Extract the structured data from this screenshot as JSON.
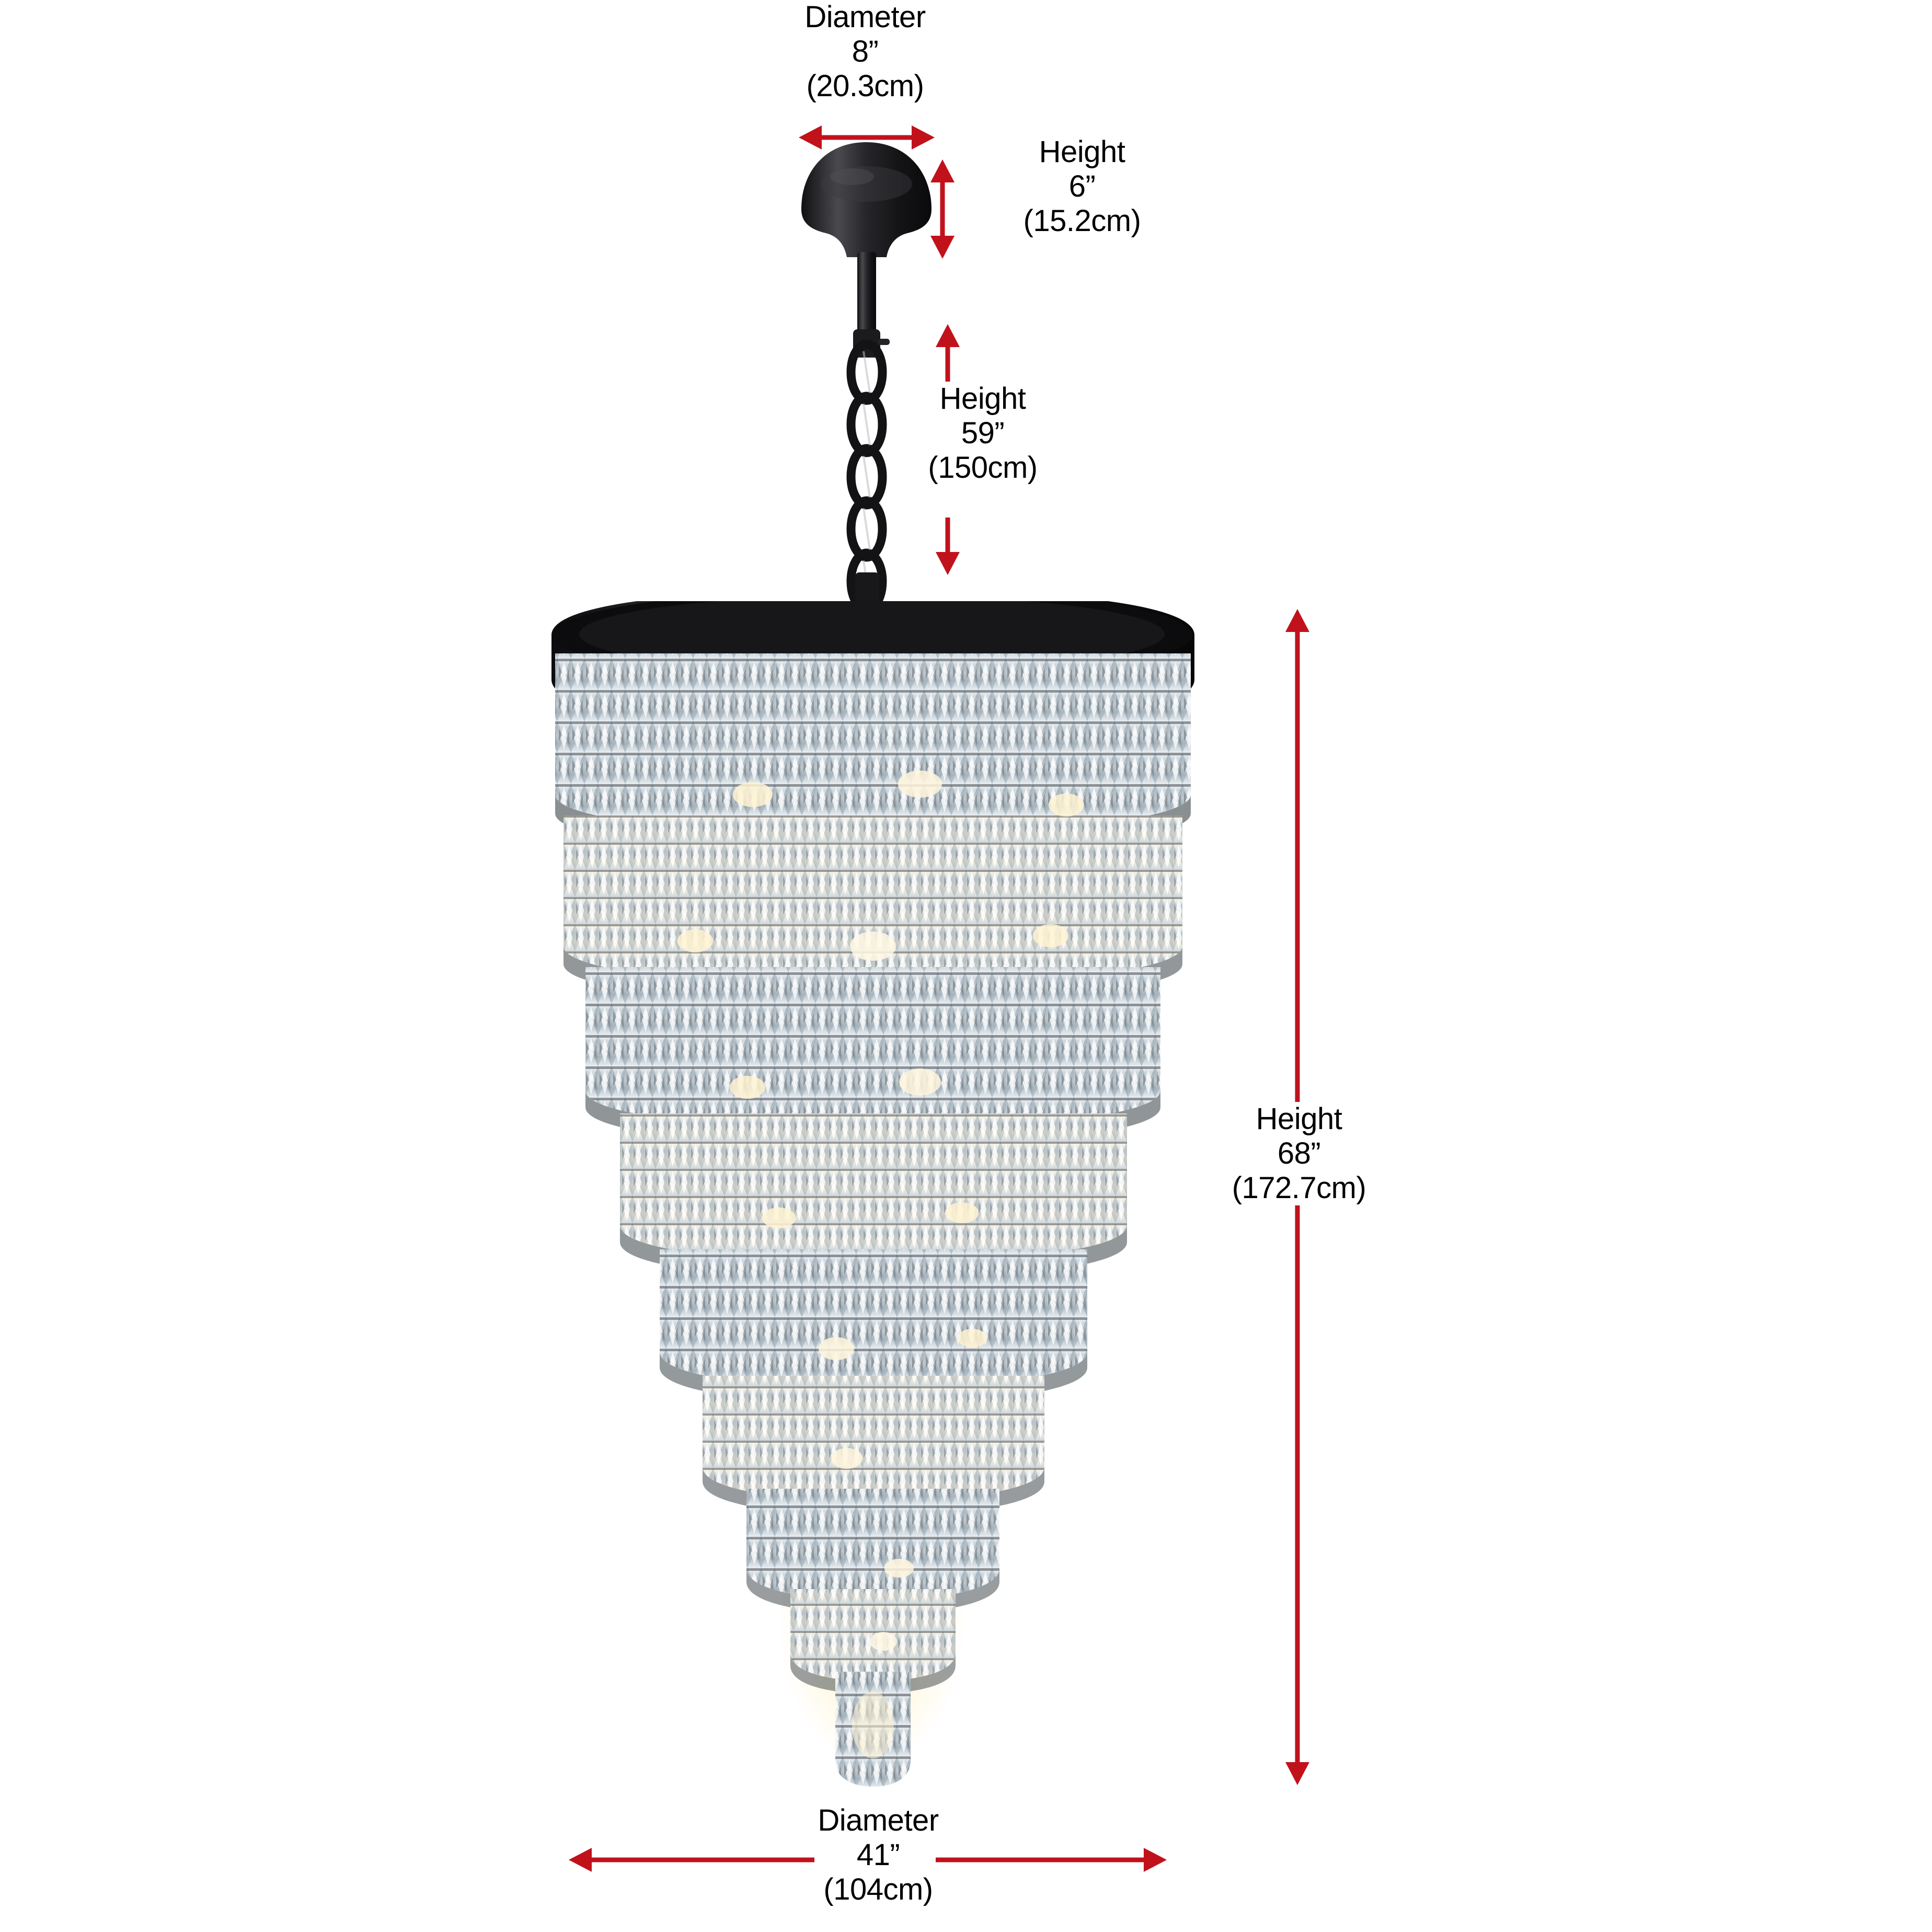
{
  "product": {
    "name": "crystal-cascade-chandelier",
    "finish_color": "#18181a",
    "crystal_color": "#dfe6ea",
    "accent_color": "#c1121c"
  },
  "dimensions": {
    "canopy_diameter": {
      "name": "Diameter",
      "label": "Diameter",
      "imperial": "8”",
      "metric": "(20.3cm)"
    },
    "canopy_height": {
      "name": "Height",
      "label": "Height",
      "imperial": "6”",
      "metric": "(15.2cm)"
    },
    "chain_height": {
      "name": "Height",
      "label": "Height",
      "imperial": "59”",
      "metric": "(150cm)"
    },
    "fixture_height": {
      "name": "Height",
      "label": "Height",
      "imperial": "68”",
      "metric": "(172.7cm)"
    },
    "fixture_diameter": {
      "name": "Diameter",
      "label": "Diameter",
      "imperial": "41”",
      "metric": "(104cm)"
    }
  },
  "icons": {
    "arrow_double_horizontal": "double-headed-horizontal-arrow-icon",
    "arrow_double_vertical": "double-headed-vertical-arrow-icon",
    "arrow_up": "arrow-up-icon",
    "arrow_down": "arrow-down-icon",
    "arrow_left": "arrow-left-icon",
    "arrow_right": "arrow-right-icon"
  }
}
